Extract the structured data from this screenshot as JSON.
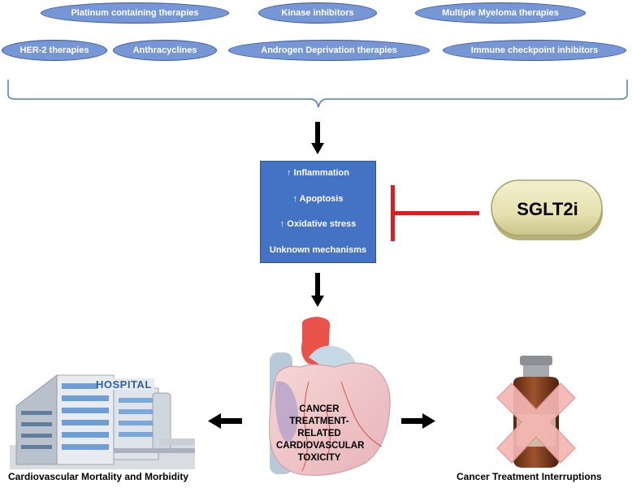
{
  "therapies": [
    "Platinum containing therapies",
    "Kinase inhibitors",
    "Multiple Myeloma therapies",
    "HER-2 therapies",
    "Anthracyclines",
    "Androgen Deprivation therapies",
    "Immune checkpoint inhibitors"
  ],
  "mechanisms": {
    "line1": "↑ Inflammation",
    "line2": "↑ Apoptosis",
    "line3": "↑ Oxidative stress",
    "line4": "Unknown mechanisms"
  },
  "drug": {
    "label": "SGLT2i"
  },
  "heart": {
    "line1": "CANCER",
    "line2": "TREATMENT-",
    "line3": "RELATED",
    "line4": "CARDIOVASCULAR",
    "line5": "TOXICITY"
  },
  "hospital": {
    "sign": "HOSPITAL"
  },
  "outcomes": {
    "left": "Cardiovascular Mortality and Morbidity",
    "right": "Cancer Treatment Interruptions"
  },
  "colors": {
    "pill_fill": "#7696d6",
    "box_fill": "#4472c4",
    "inhibit": "#e11b22",
    "bracket": "#4f7ac7"
  }
}
